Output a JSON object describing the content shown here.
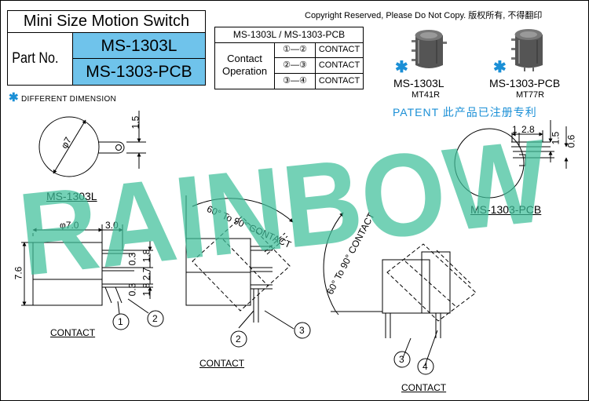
{
  "header": {
    "title": "Mini Size Motion Switch",
    "part_label": "Part No.",
    "models": [
      "MS-1303L",
      "MS-1303-PCB"
    ],
    "different_dimension": "DIFFERENT DIMENSION",
    "copyright": "Copyright Reserved, Please Do Not Copy. 版权所有, 不得翻印"
  },
  "contact_table": {
    "header": "MS-1303L / MS-1303-PCB",
    "operation_label_1": "Contact",
    "operation_label_2": "Operation",
    "rows": [
      {
        "pins": "①—②",
        "value": "CONTACT"
      },
      {
        "pins": "②—③",
        "value": "CONTACT"
      },
      {
        "pins": "③—④",
        "value": "CONTACT"
      }
    ]
  },
  "products": [
    {
      "name": "MS-1303L",
      "code": "MT41R"
    },
    {
      "name": "MS-1303-PCB",
      "code": "MT77R"
    }
  ],
  "patent": "PATENT 此产品已注册专利",
  "watermark": "RAINBOW",
  "drawings": {
    "left_label": "MS-1303L",
    "right_label": "MS-1303-PCB",
    "contact_labels": [
      "CONTACT",
      "CONTACT",
      "CONTACT"
    ],
    "angle_label": "60° To 90° CONTACT",
    "circles": [
      "1",
      "2",
      "2",
      "3",
      "3",
      "4"
    ],
    "dims": {
      "top_circle_dia": "φ7",
      "top_tab": "1.5",
      "dia_7": "φ7.0",
      "w_3": "3.0",
      "h_7_6": "7.6",
      "d_0_3": "0.3",
      "d_1_8": "1.8",
      "d_2_7": "2.7",
      "d_1_8b": "1.8",
      "d_0_3b": "0.3",
      "r_1": "1",
      "r_2_8": "2.8",
      "r_1_5": "1.5",
      "r_0_6": "0.6"
    }
  },
  "colors": {
    "accent_blue": "#6fc3eb",
    "star_blue": "#1a8fd6",
    "watermark": "#3fbf9a"
  }
}
